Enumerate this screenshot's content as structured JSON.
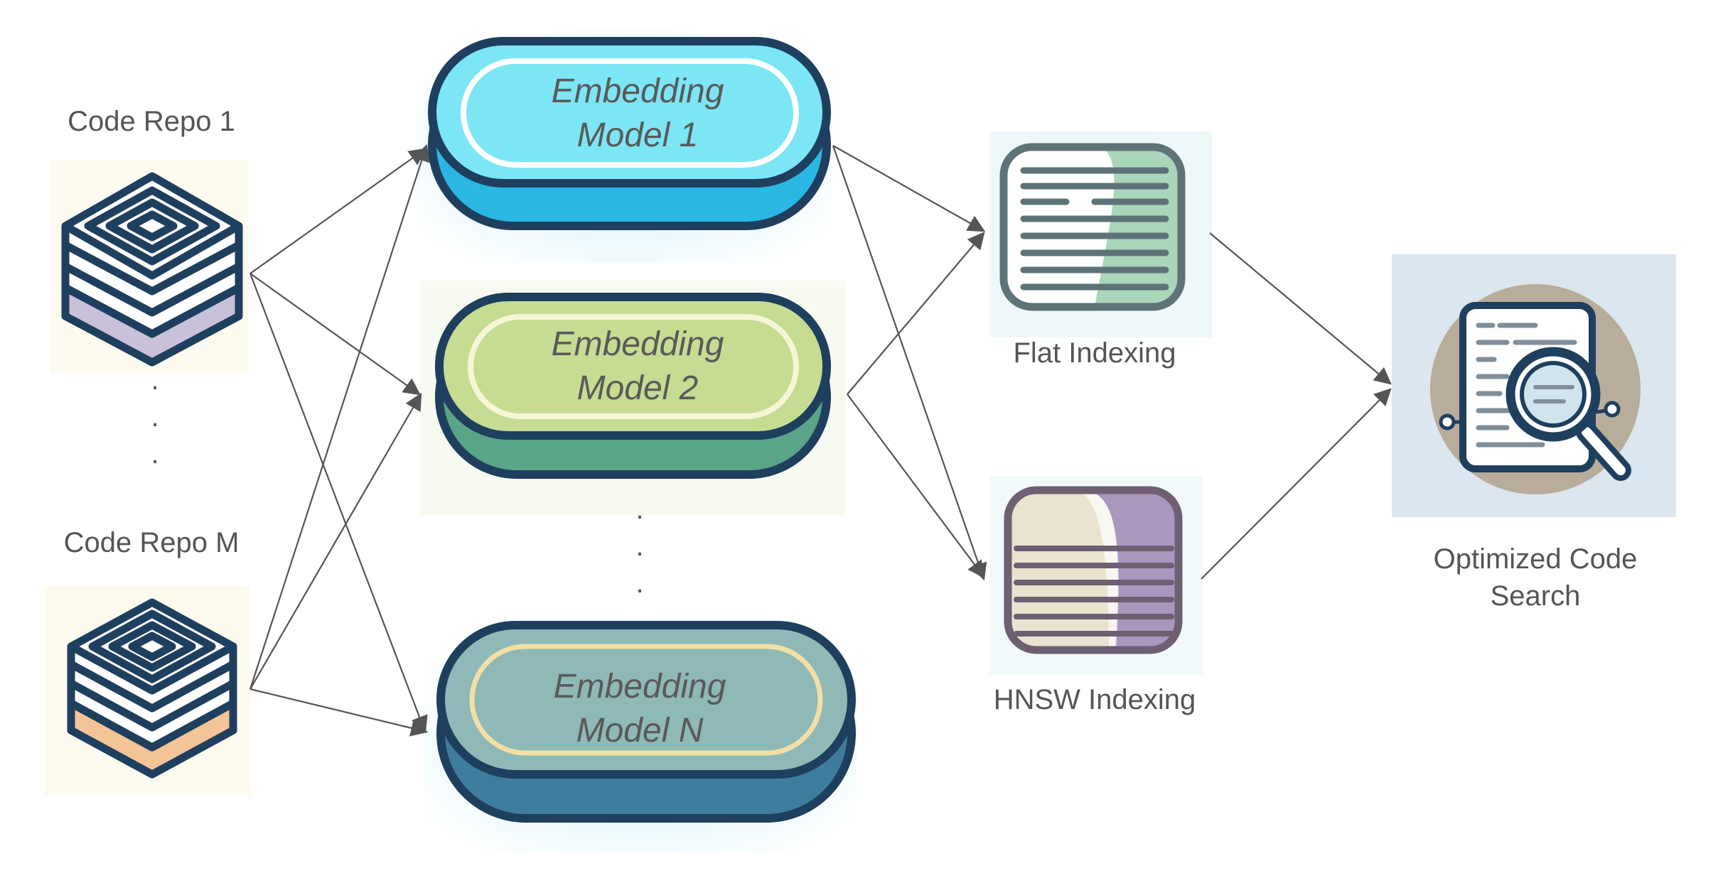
{
  "repos": [
    {
      "label": "Code Repo 1",
      "accent": "#c9c0d9"
    },
    {
      "label": "Code Repo M",
      "accent": "#f2c496"
    }
  ],
  "repo_ellipsis": [
    ".",
    ".",
    "."
  ],
  "models": [
    {
      "line1": "Embedding",
      "line2": "Model 1",
      "top": "#7ce6f5",
      "side": "#2bb7e3",
      "ring": "#ffffff"
    },
    {
      "line1": "Embedding",
      "line2": "Model 2",
      "top": "#c6dc93",
      "side": "#5aa487",
      "ring": "#f6f6d6"
    },
    {
      "line1": "Embedding",
      "line2": "Model N",
      "top": "#8fb9b6",
      "side": "#3f7d9d",
      "ring": "#f2e0a6"
    }
  ],
  "model_ellipsis": [
    ".",
    ".",
    "."
  ],
  "indexes": [
    {
      "label": "Flat Indexing",
      "fill": "#a9d5b9",
      "icon": "flat-index-icon"
    },
    {
      "label": "HNSW Indexing",
      "fill": "#a997be",
      "icon": "hnsw-index-icon"
    }
  ],
  "output": {
    "line1": "Optimized Code",
    "line2": "Search",
    "icon": "code-search-icon"
  },
  "colors": {
    "outline": "#1f3f5e",
    "arrow": "#555555",
    "text": "#555555"
  }
}
